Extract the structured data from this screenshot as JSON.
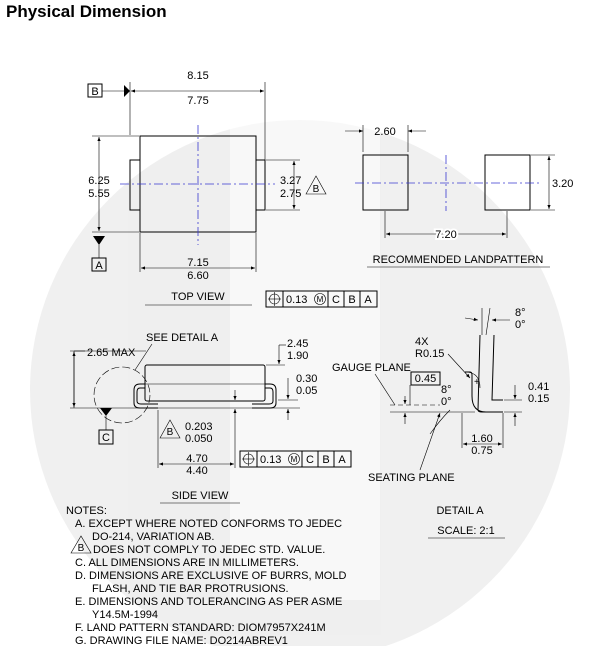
{
  "page_title": "Physical Dimension",
  "top_view": {
    "title": "TOP VIEW",
    "datum_b": "B",
    "datum_a": "A",
    "width_max": "8.15",
    "width_min": "7.75",
    "height_max": "6.25",
    "height_min": "5.55",
    "lead_max": "3.27",
    "lead_min": "2.75",
    "note_b": "B",
    "body_max": "7.15",
    "body_min": "6.60",
    "fcf": {
      "tol": "0.13",
      "mod": "M",
      "d1": "C",
      "d2": "B",
      "d3": "A"
    }
  },
  "landpattern": {
    "pad_width": "2.60",
    "pad_height": "3.20",
    "pitch": "7.20",
    "title": "RECOMMENDED LANDPATTERN"
  },
  "side_view": {
    "title": "SIDE VIEW",
    "see_detail": "SEE DETAIL A",
    "max_height": "2.65 MAX",
    "body_max": "2.45",
    "body_min": "1.90",
    "lead_max": "0.30",
    "lead_min": "0.05",
    "note_b": "B",
    "stand_max": "0.203",
    "stand_min": "0.050",
    "datum_c": "C",
    "span_max": "4.70",
    "span_min": "4.40",
    "fcf": {
      "tol": "0.13",
      "mod": "M",
      "d1": "C",
      "d2": "B",
      "d3": "A"
    }
  },
  "detail_a": {
    "angle_top_1": "8°",
    "angle_top_2": "0°",
    "radius_count": "4X",
    "radius": "R0.15",
    "gauge_plane": "GAUGE PLANE",
    "gauge": "0.45",
    "angle_1": "8°",
    "angle_2": "0°",
    "lead_max": "0.41",
    "lead_min": "0.15",
    "foot_max": "1.60",
    "foot_min": "0.75",
    "seating_plane": "SEATING PLANE",
    "title": "DETAIL A",
    "scale": "SCALE: 2:1"
  },
  "notes": {
    "heading": "NOTES:",
    "a1": "A.  EXCEPT WHERE NOTED CONFORMS TO JEDEC",
    "a2": "DO-214, VARIATION AB.",
    "b_label": "B",
    "b": "DOES NOT COMPLY TO JEDEC STD. VALUE.",
    "c": "C.  ALL DIMENSIONS ARE IN MILLIMETERS.",
    "d1": "D.  DIMENSIONS ARE EXCLUSIVE OF BURRS, MOLD",
    "d2": "FLASH, AND TIE BAR PROTRUSIONS.",
    "e1": "E.  DIMENSIONS AND TOLERANCING AS PER ASME",
    "e2": "Y14.5M-1994",
    "f": "F.  LAND PATTERN STANDARD: DIOM7957X241M",
    "g": "G. DRAWING FILE NAME: DO214ABREV1"
  }
}
